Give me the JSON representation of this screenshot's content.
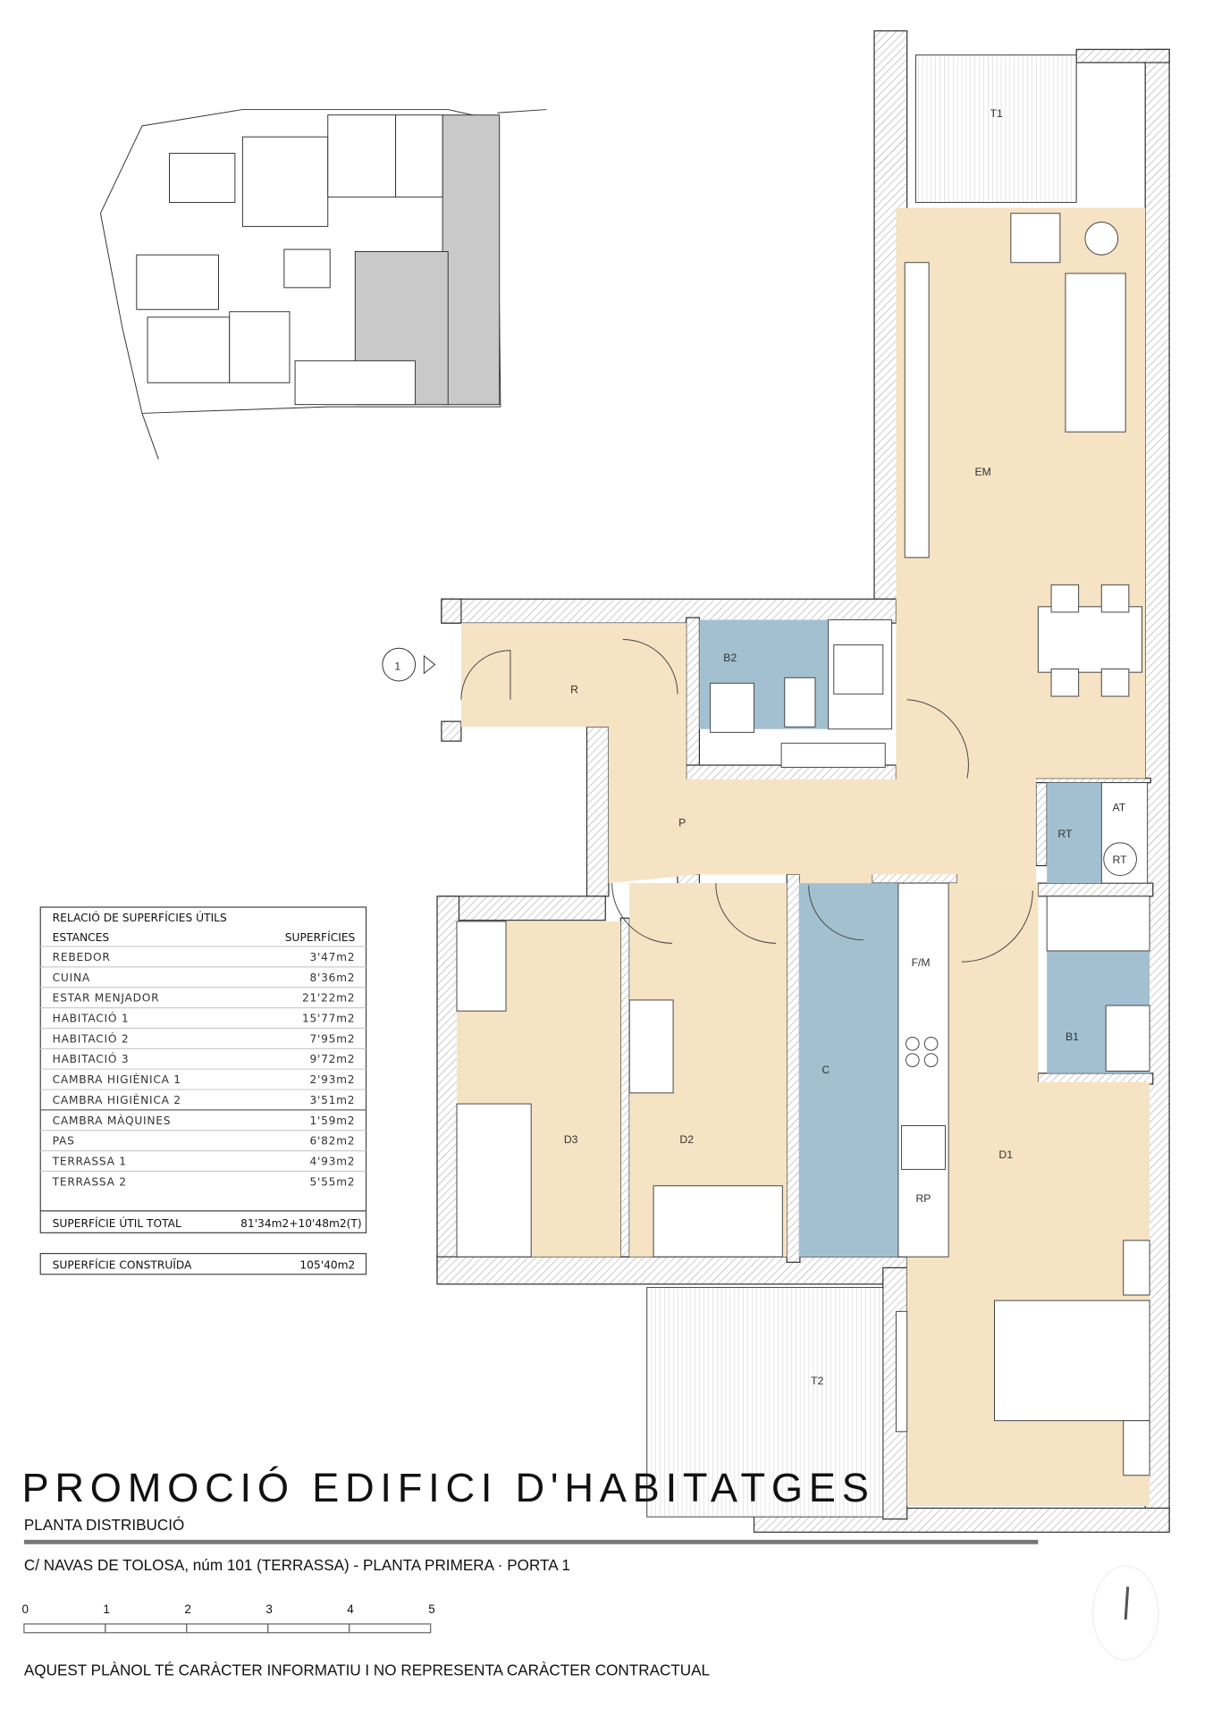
{
  "plan": {
    "entrance_marker": "1",
    "rooms": {
      "t1": "T1",
      "em": "EM",
      "b2": "B2",
      "r": "R",
      "p": "P",
      "rt": "RT",
      "at": "AT",
      "rt_circle": "RT",
      "fm": "F/M",
      "c": "C",
      "d3": "D3",
      "d2": "D2",
      "d1": "D1",
      "b1": "B1",
      "rp": "RP",
      "t2": "T2"
    },
    "colors": {
      "living_areas": "#f6e3c3",
      "wet_areas": "#a2c0d0",
      "wall_hatch": "#888888"
    }
  },
  "table": {
    "title": "RELACIÓ DE SUPERFÍCIES ÚTILS",
    "col_room": "ESTANCES",
    "col_area": "SUPERFÍCIES",
    "rows": [
      {
        "room": "REBEDOR",
        "area": "3'47m2"
      },
      {
        "room": "CUINA",
        "area": "8'36m2"
      },
      {
        "room": "ESTAR MENJADOR",
        "area": "21'22m2"
      },
      {
        "room": "HABITACIÓ 1",
        "area": "15'77m2"
      },
      {
        "room": "HABITACIÓ 2",
        "area": "7'95m2"
      },
      {
        "room": "HABITACIÓ 3",
        "area": "9'72m2"
      },
      {
        "room": "CAMBRA HIGIÈNICA 1",
        "area": "2'93m2"
      },
      {
        "room": "CAMBRA HIGIÈNICA 2",
        "area": "3'51m2"
      },
      {
        "room": "CAMBRA MÀQUINES",
        "area": "1'59m2"
      },
      {
        "room": "PAS",
        "area": "6'82m2"
      },
      {
        "room": "TERRASSA 1",
        "area": "4'93m2"
      },
      {
        "room": "TERRASSA 2",
        "area": "5'55m2"
      }
    ],
    "total_label": "SUPERFÍCIE ÚTIL TOTAL",
    "total_value": "81'34m2+10'48m2(T)",
    "built_label": "SUPERFÍCIE CONSTRUÏDA",
    "built_value": "105'40m2"
  },
  "title_block": {
    "title": "PROMOCIÓ EDIFICI D'HABITATGES",
    "subtitle": "PLANTA DISTRIBUCIÓ",
    "address": "C/ NAVAS DE TOLOSA, núm 101 (TERRASSA) - PLANTA PRIMERA · PORTA 1",
    "scale_ticks": [
      "0",
      "1",
      "2",
      "3",
      "4",
      "5"
    ],
    "disclaimer": "AQUEST PLÀNOL TÉ CARÀCTER INFORMATIU I NO REPRESENTA CARÀCTER CONTRACTUAL",
    "north_icon": "north-arrow-icon"
  }
}
